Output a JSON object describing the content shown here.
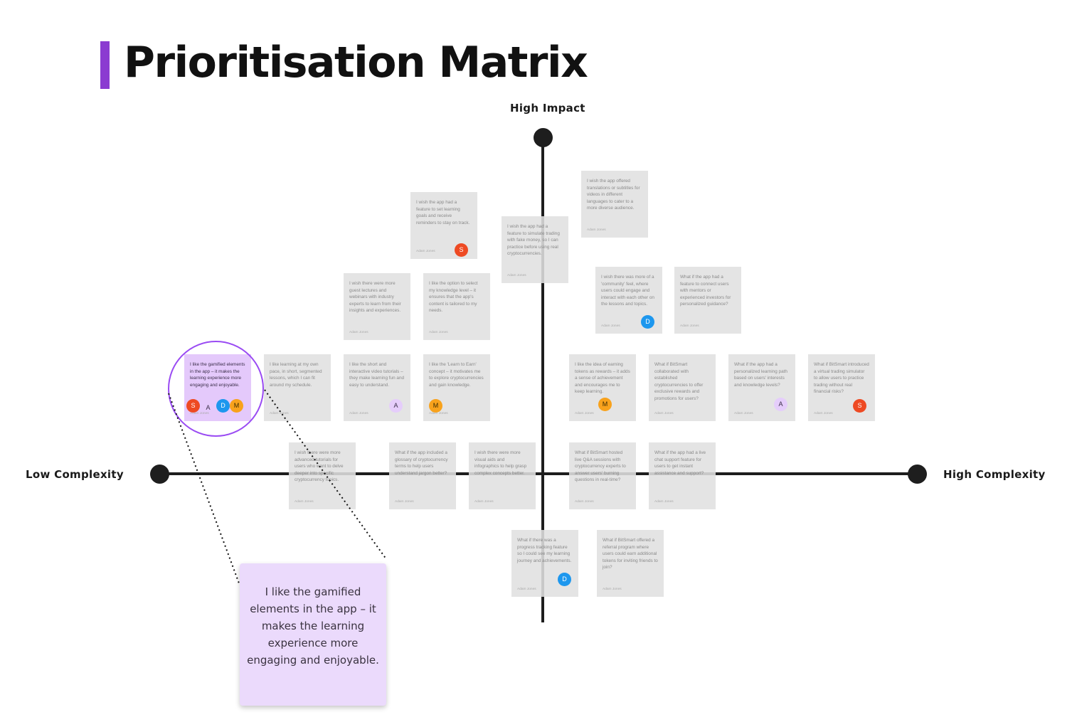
{
  "title": "Prioritisation Matrix",
  "colors": {
    "accent": "#8b3bd1",
    "highlight_ring": "#9a4bf3",
    "highlight_note": "#e4c9fb",
    "callout": "#ebdafc",
    "note": "#e0e0e0",
    "axis": "#1e1e1e",
    "avatar_S": "#ee4a23",
    "avatar_D": "#1d97ee",
    "avatar_M": "#f8a21c",
    "avatar_A": "#e5cdfb"
  },
  "axes": {
    "top": "High Impact",
    "left": "Low Complexity",
    "right": "High Complexity"
  },
  "notes": [
    {
      "text": "I wish the app had a feature to set learning goals and receive reminders to stay on track.",
      "author": "Adam Jones",
      "avatars": [
        "S"
      ]
    },
    {
      "text": "I wish the app had a feature to simulate trading with fake money, so I can practice before using real cryptocurrencies.",
      "author": "Adam Jones",
      "avatars": []
    },
    {
      "text": "I wish the app offered translations or subtitles for videos in different languages to cater to a more diverse audience.",
      "author": "Adam Jones",
      "avatars": []
    },
    {
      "text": "I wish there were more guest lectures and webinars with industry experts to learn from their insights and experiences.",
      "author": "Adam Jones",
      "avatars": []
    },
    {
      "text": "I like the option to select my knowledge level – it ensures that the app's content is tailored to my needs.",
      "author": "Adam Jones",
      "avatars": []
    },
    {
      "text": "I wish there was more of a 'community' feel, where users could engage and interact with each other on the lessons and topics.",
      "author": "Adam Jones",
      "avatars": [
        "D"
      ]
    },
    {
      "text": "What if the app had a feature to connect users with mentors or experienced investors for personalized guidance?",
      "author": "Adam Jones",
      "avatars": []
    },
    {
      "text": "I like the gamified elements in the app – it makes the learning experience more engaging and enjoyable.",
      "author": "Adam Jones",
      "avatars": [
        "S",
        "A",
        "D",
        "M"
      ],
      "highlighted": true
    },
    {
      "text": "I like learning at my own pace, in short, segmented lessons, which I can fit around my schedule.",
      "author": "Adam Jones",
      "avatars": []
    },
    {
      "text": "I like the short and interactive video tutorials – they make learning fun and easy to understand.",
      "author": "Adam Jones",
      "avatars": [
        "A"
      ]
    },
    {
      "text": "I like the 'Learn to Earn' concept – it motivates me to explore cryptocurrencies and gain knowledge.",
      "author": "Adam Jones",
      "avatars": [
        "M"
      ]
    },
    {
      "text": "I like the idea of earning tokens as rewards – it adds a sense of achievement and encourages me to keep learning.",
      "author": "Adam Jones",
      "avatars": [
        "M"
      ]
    },
    {
      "text": "What if BitSmart collaborated with established cryptocurrencies to offer exclusive rewards and promotions for users?",
      "author": "Adam Jones",
      "avatars": []
    },
    {
      "text": "What if the app had a personalized learning path based on users' interests and knowledge levels?",
      "author": "Adam Jones",
      "avatars": [
        "A"
      ]
    },
    {
      "text": "What if BitSmart introduced a virtual trading simulator to allow users to practice trading without real financial risks?",
      "author": "Adam Jones",
      "avatars": [
        "S"
      ]
    },
    {
      "text": "I wish there were more advanced tutorials for users who want to delve deeper into specific cryptocurrency topics.",
      "author": "Adam Jones",
      "avatars": []
    },
    {
      "text": "What if the app included a glossary of cryptocurrency terms to help users understand jargon better?",
      "author": "Adam Jones",
      "avatars": []
    },
    {
      "text": "I wish there were more visual aids and infographics to help grasp complex concepts better.",
      "author": "Adam Jones",
      "avatars": []
    },
    {
      "text": "What if BitSmart hosted live Q&A sessions with cryptocurrency experts to answer users' burning questions in real-time?",
      "author": "Adam Jones",
      "avatars": []
    },
    {
      "text": "What if the app had a live chat support feature for users to get instant assistance and support?",
      "author": "Adam Jones",
      "avatars": []
    },
    {
      "text": "What if there was a progress tracking feature so I could see my learning journey and achievements.",
      "author": "Adam Jones",
      "avatars": [
        "D"
      ]
    },
    {
      "text": "What if BitSmart offered a referral program where users could earn additional tokens for inviting friends to join?",
      "author": "Adam Jones",
      "avatars": []
    }
  ],
  "callout": {
    "text": "I like the gamified elements in the app – it makes the learning experience more engaging and enjoyable."
  }
}
